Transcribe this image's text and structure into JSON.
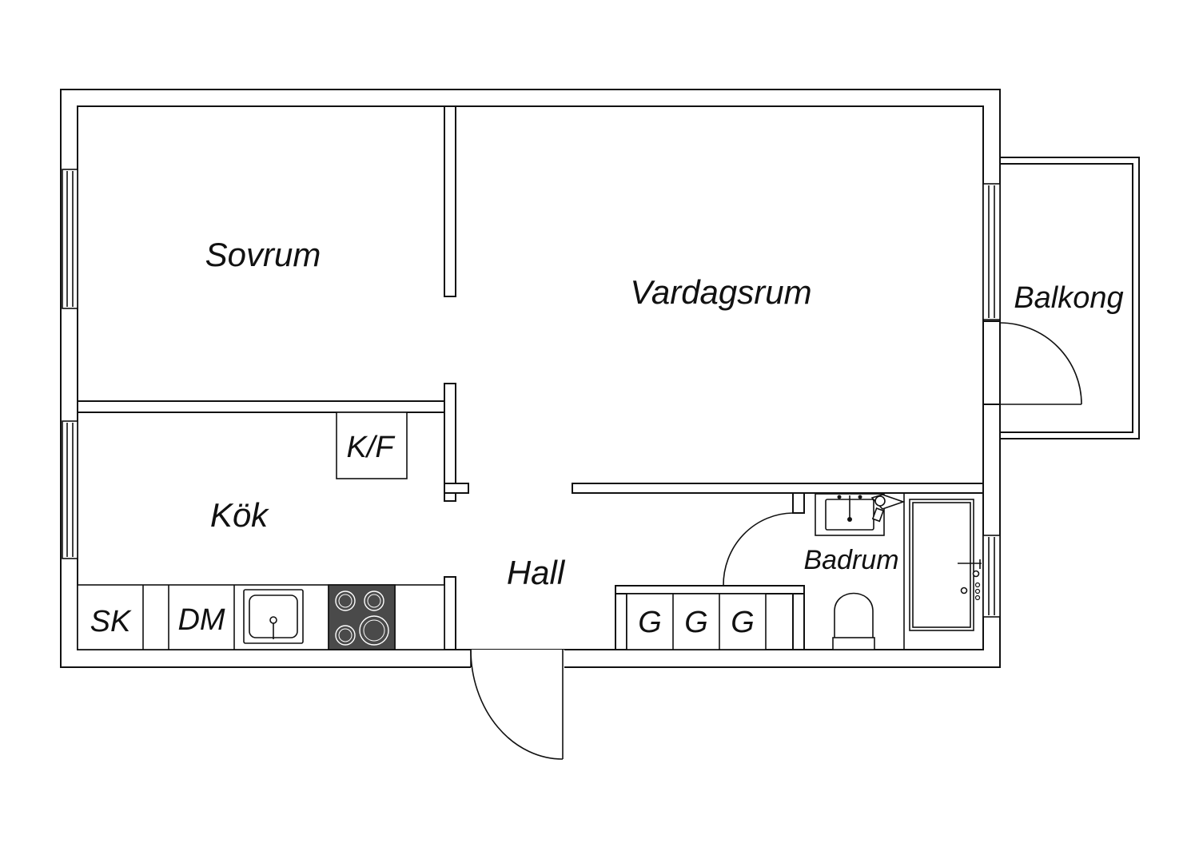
{
  "rooms": {
    "bedroom": "Sovrum",
    "living_room": "Vardagsrum",
    "balcony": "Balkong",
    "kitchen": "Kök",
    "hall": "Hall",
    "bathroom": "Badrum"
  },
  "fixtures": {
    "fridge_freezer": "K/F",
    "cabinet": "SK",
    "dishwasher": "DM",
    "wardrobe_1": "G",
    "wardrobe_2": "G",
    "wardrobe_3": "G"
  },
  "colors": {
    "line": "#111111",
    "stove": "#4a4a4a",
    "background": "#ffffff"
  }
}
